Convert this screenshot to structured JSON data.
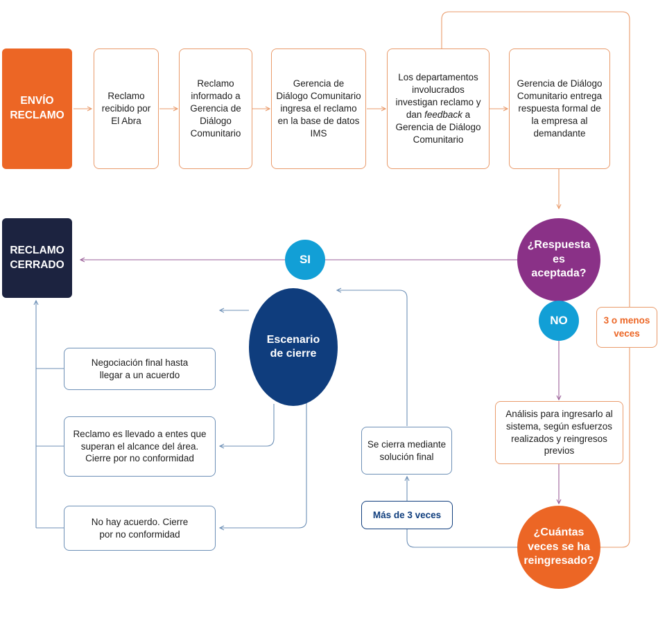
{
  "start": {
    "label_line1": "ENVÍO",
    "label_line2": "RECLAMO"
  },
  "steps": [
    {
      "text": "Reclamo recibido por El Abra"
    },
    {
      "text": "Reclamo informado a Gerencia de Diálogo Comunitario"
    },
    {
      "text": "Gerencia de Diálogo Comunitario ingresa el reclamo en la base de datos IMS"
    },
    {
      "pre": "Los  departamentos involucrados investigan reclamo y dan ",
      "emph": "feedback",
      "post": " a Gerencia de Diálogo Comunitario"
    },
    {
      "text": "Gerencia de Diálogo Comunitario entrega respuesta formal de la empresa al demandante"
    }
  ],
  "decision_accepted": {
    "text": "¿Respuesta es aceptada?"
  },
  "yes_label": "SI",
  "no_label": "NO",
  "closed": {
    "label_line1": "RECLAMO",
    "label_line2": "CERRADO"
  },
  "analysis": {
    "text": "Análisis para ingresarlo al sistema, según esfuerzos realizados y reingresos previos"
  },
  "decision_count": {
    "text": "¿Cuántas veces se ha reingresado?"
  },
  "loop_label": {
    "line1": "3 o menos",
    "line2": "veces"
  },
  "more_label": "Más de 3 veces",
  "final_solution": {
    "text": "Se cierra mediante solución final"
  },
  "closure": {
    "title_line1": "Escenario",
    "title_line2": "de cierre",
    "options": [
      {
        "text": "Negociación final hasta llegar a un acuerdo"
      },
      {
        "text": "Reclamo es llevado a entes que superan el alcance del área. Cierre por no conformidad"
      },
      {
        "text": "No hay acuerdo. Cierre por no conformidad"
      }
    ]
  },
  "colors": {
    "orange": "#ec6625",
    "navy": "#1c2340",
    "purple": "#8a3187",
    "cyan": "#129fd6",
    "blue": "#0f3d7d",
    "orange_line": "#e99a6a",
    "blue_line": "#6c8fb6",
    "purple_line": "#9a5f98"
  }
}
